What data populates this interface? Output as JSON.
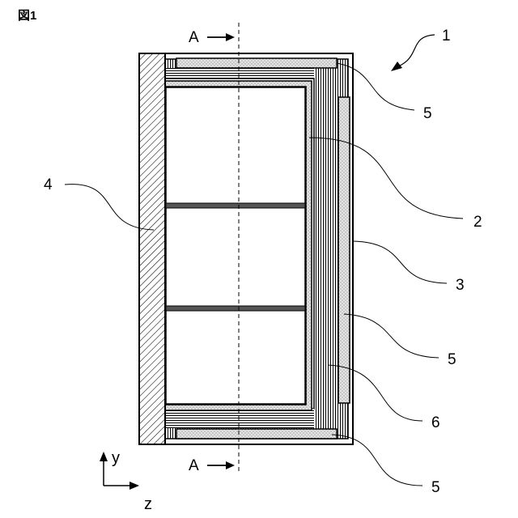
{
  "figure": {
    "title": "図1"
  },
  "section_marks": {
    "top": "A",
    "bottom": "A"
  },
  "labels": {
    "ref_1": "1",
    "ref_2": "2",
    "ref_3": "3",
    "ref_4": "4",
    "ref_5_top": "5",
    "ref_5_middle": "5",
    "ref_5_bottom": "5",
    "ref_6": "6"
  },
  "axes": {
    "y": "y",
    "z": "z"
  }
}
